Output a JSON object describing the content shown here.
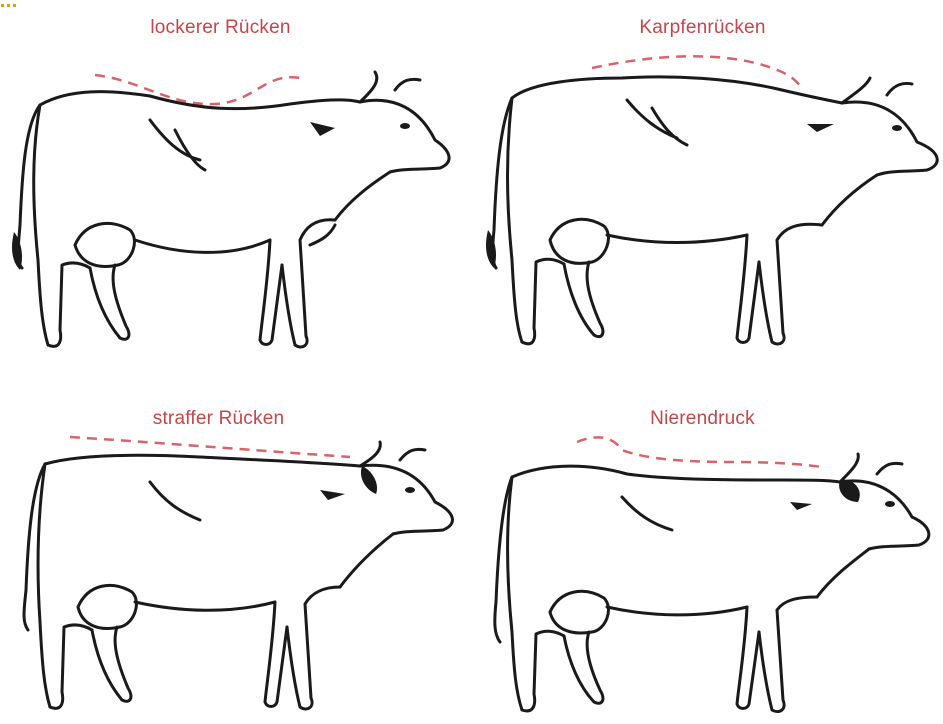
{
  "panels": [
    {
      "title": "lockerer Rücken",
      "back_type": "loose"
    },
    {
      "title": "Karpfenrücken",
      "back_type": "carp"
    },
    {
      "title": "straffer Rücken",
      "back_type": "straight"
    },
    {
      "title": "Nierendruck",
      "back_type": "kidney"
    }
  ],
  "colors": {
    "title": "#c6454a",
    "dashed_line": "#d9636a",
    "outline": "#1a1a1a",
    "corner_mark": "#d9a400"
  }
}
